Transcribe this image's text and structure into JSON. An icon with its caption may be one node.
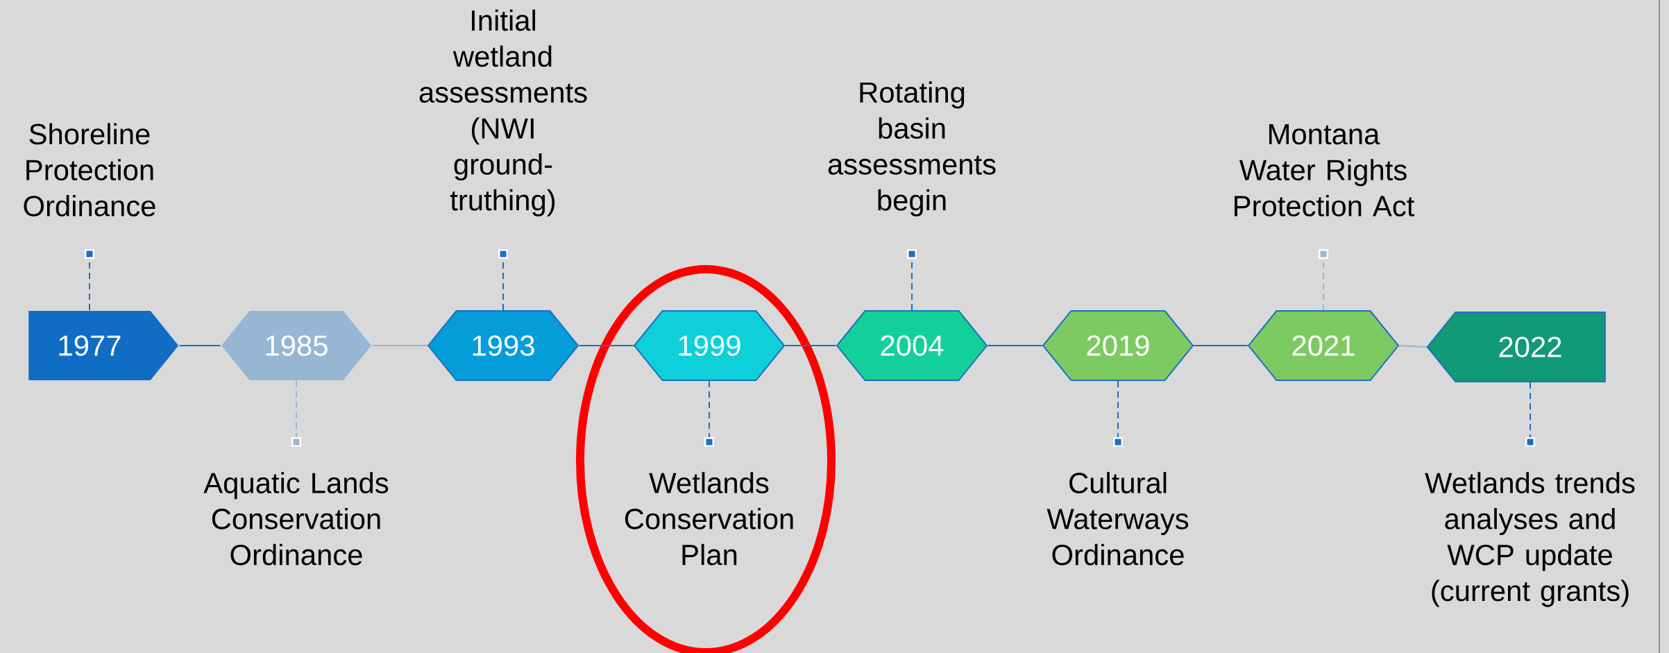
{
  "diagram": {
    "nodes": [
      {
        "text": [
          "1977"
        ]
      },
      {
        "text": [
          "1985"
        ]
      },
      {
        "text": [
          "1993"
        ]
      },
      {
        "text": [
          "1999"
        ]
      },
      {
        "text": [
          "2004"
        ]
      },
      {
        "text": [
          "2019"
        ]
      },
      {
        "text": [
          "2021"
        ]
      },
      {
        "text": [
          "2022"
        ]
      },
      {
        "text": [
          "Shoreline Protection Ordinance"
        ]
      },
      {
        "text": [
          "Aquatic Lands Conservation Ordinance"
        ]
      },
      {
        "text": [
          "Initial wetland assessments (NWI ground-truthing)"
        ]
      },
      {
        "text": [
          "Wetlands Conservation Plan"
        ]
      },
      {
        "text": [
          "Rotating basin assessments begin"
        ]
      },
      {
        "text": [
          "Montana Water Rights Protection Act"
        ]
      },
      {
        "text": [
          "Cultural Waterways Ordinance"
        ]
      },
      {
        "text": [
          "Wetlands trends analyses and WCP update (current grants)"
        ]
      }
    ],
    "edges": [
      {
        "from": 0,
        "to": 1,
        "arrow": "none"
      },
      {
        "from": 1,
        "to": 2,
        "arrow": "none",
        "color": "#97b6d3"
      },
      {
        "from": 2,
        "to": 3,
        "arrow": "none"
      },
      {
        "from": 3,
        "to": 4,
        "arrow": "none"
      },
      {
        "from": 4,
        "to": 5,
        "arrow": "none"
      },
      {
        "from": 5,
        "to": 6,
        "arrow": "none"
      },
      {
        "from": 6,
        "to": 7,
        "arrow": "none",
        "color": "#97b6d3"
      },
      {
        "from": 0,
        "to": 8,
        "arrow": "other",
        "style": "dashed"
      },
      {
        "from": 1,
        "to": 9,
        "arrow": "other",
        "style": "dashed",
        "color": "#97b6d3"
      },
      {
        "from": 2,
        "to": 10,
        "arrow": "other",
        "style": "dashed"
      },
      {
        "from": 3,
        "to": 11,
        "arrow": "other",
        "style": "dashed"
      },
      {
        "from": 4,
        "to": 12,
        "arrow": "other",
        "style": "dashed"
      },
      {
        "from": 5,
        "to": 14,
        "arrow": "other",
        "style": "dashed"
      },
      {
        "from": 6,
        "to": 13,
        "arrow": "other",
        "style": "dashed",
        "color": "#97b6d3"
      },
      {
        "from": 7,
        "to": 15,
        "arrow": "other",
        "style": "dashed"
      }
    ]
  }
}
